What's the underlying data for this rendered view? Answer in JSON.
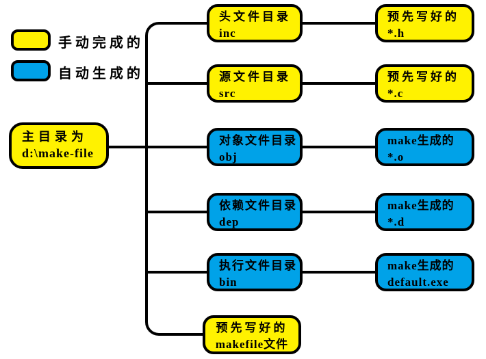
{
  "colors": {
    "manual_fill": "#FFF200",
    "auto_fill": "#00A2E8",
    "line": "#000000",
    "background": "#FFFFFF"
  },
  "legend": {
    "manual_label": "手动完成的",
    "auto_label": "自动生成的"
  },
  "root": {
    "line1": "主目录为",
    "line2": "d:\\make-file",
    "category": "manual"
  },
  "rows": [
    {
      "dir": {
        "line1": "头文件目录",
        "line2": "inc",
        "category": "manual"
      },
      "file": {
        "line1": "预先写好的",
        "line2": "*.h",
        "category": "manual"
      }
    },
    {
      "dir": {
        "line1": "源文件目录",
        "line2": "src",
        "category": "manual"
      },
      "file": {
        "line1": "预先写好的",
        "line2": "*.c",
        "category": "manual"
      }
    },
    {
      "dir": {
        "line1": "对象文件目录",
        "line2": "obj",
        "category": "auto"
      },
      "file": {
        "line1": "make生成的",
        "line2": "*.o",
        "category": "auto"
      }
    },
    {
      "dir": {
        "line1": "依赖文件目录",
        "line2": "dep",
        "category": "auto"
      },
      "file": {
        "line1": "make生成的",
        "line2": "*.d",
        "category": "auto"
      }
    },
    {
      "dir": {
        "line1": "执行文件目录",
        "line2": "bin",
        "category": "auto"
      },
      "file": {
        "line1": "make生成的",
        "line2": "default.exe",
        "category": "auto"
      }
    },
    {
      "dir": {
        "line1": "预先写好的",
        "line2": "makefile文件",
        "category": "manual"
      }
    }
  ]
}
